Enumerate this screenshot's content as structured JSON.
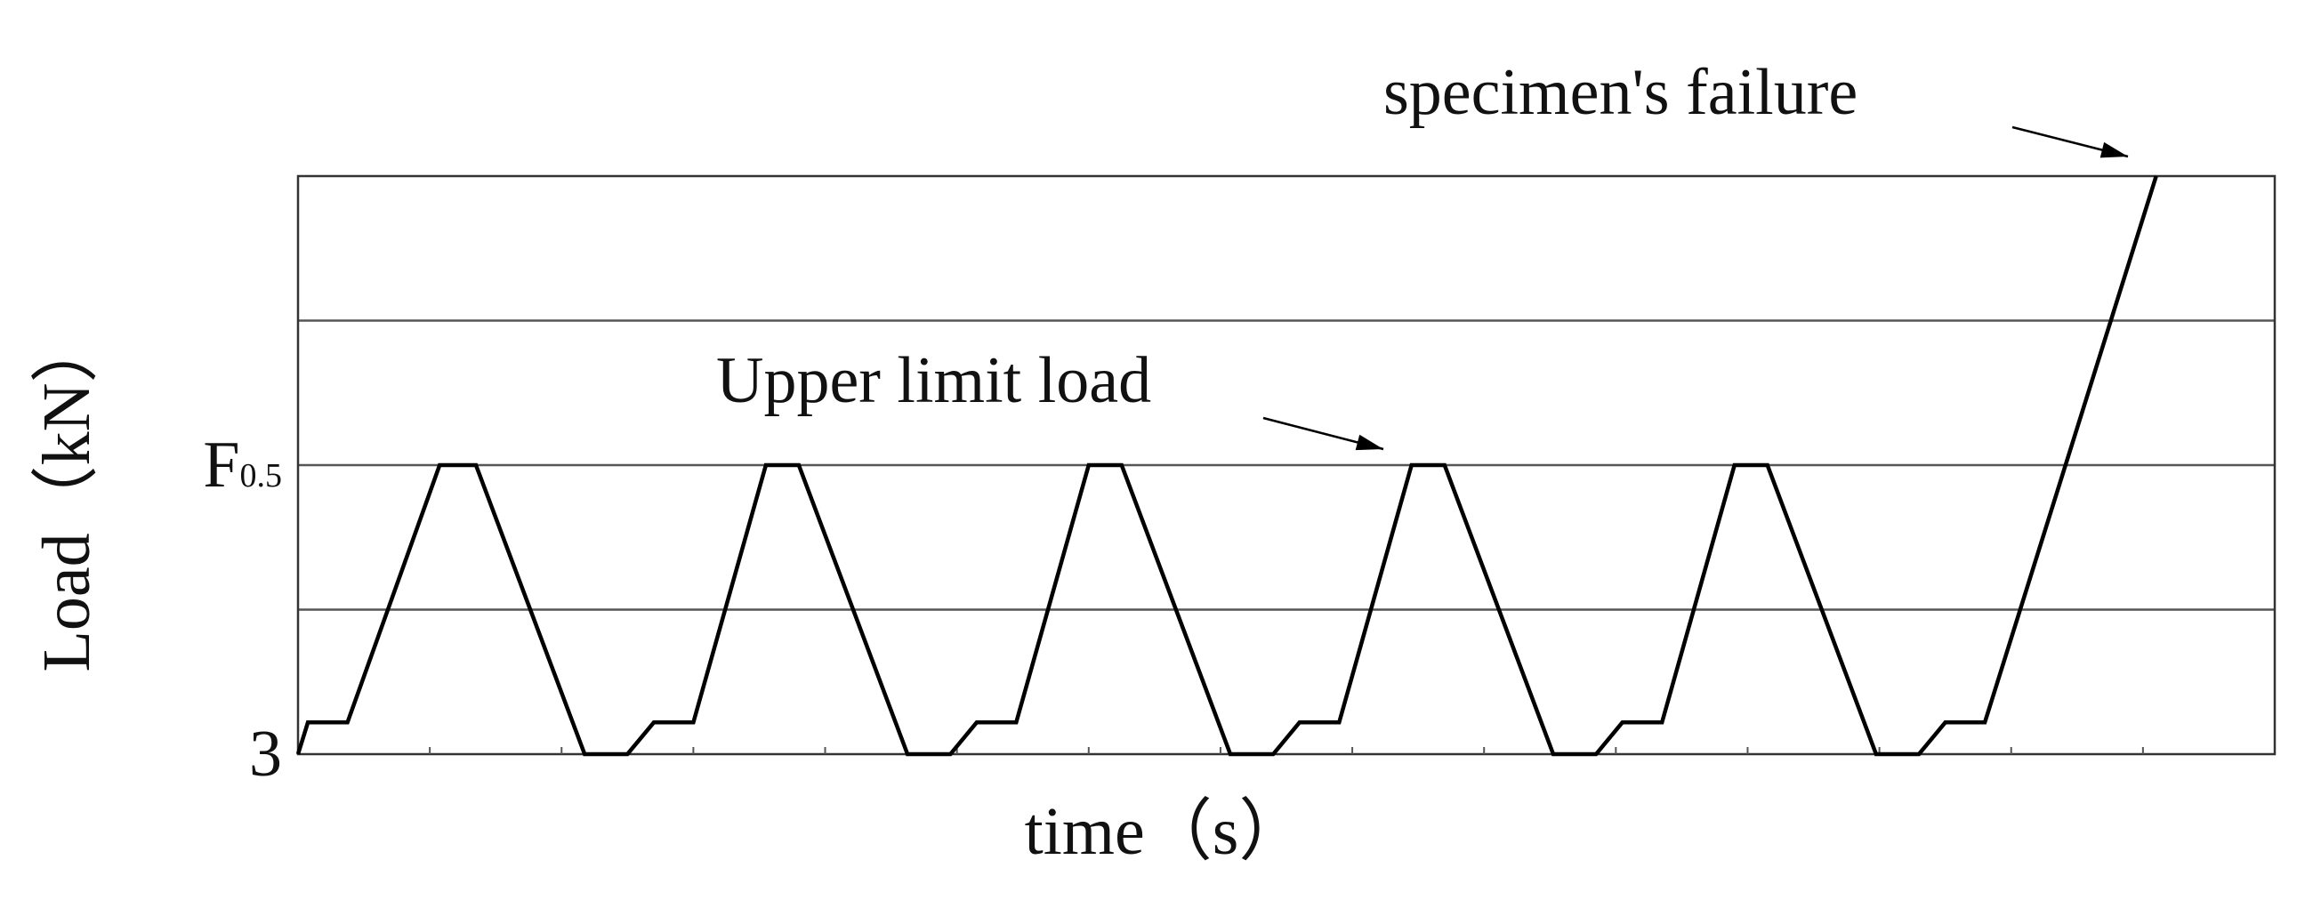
{
  "chart_data": {
    "type": "line",
    "xlabel": "time（s）",
    "ylabel": "Load（kN）",
    "y_tick_labels": [
      {
        "value": 0,
        "label": "3"
      },
      {
        "value": 0.5,
        "label": "F",
        "subscript": "0.5"
      }
    ],
    "xlim": [
      0,
      30
    ],
    "ylim": [
      0,
      1
    ],
    "x_minor_ticks": 15,
    "gridlines_y": [
      0.25,
      0.5,
      0.75
    ],
    "legend": "none",
    "line_color": "#000000",
    "annotations": [
      {
        "text": "Upper limit load",
        "target": [
          16.8,
          0.5
        ]
      },
      {
        "text": "specimen's failure",
        "target": [
          28.2,
          1.0
        ]
      }
    ],
    "series": [
      {
        "x": [
          0,
          0.15,
          0.75,
          2.15,
          2.7,
          4.35,
          5.0,
          5.4,
          6.0,
          7.1,
          7.6,
          9.25,
          9.9,
          10.3,
          10.9,
          12.0,
          12.5,
          14.15,
          14.8,
          15.2,
          15.8,
          16.9,
          17.4,
          19.05,
          19.7,
          20.1,
          20.7,
          21.8,
          22.3,
          23.95,
          24.6,
          25.0,
          25.6,
          28.2
        ],
        "y": [
          0,
          0.055,
          0.055,
          0.5,
          0.5,
          0,
          0,
          0.055,
          0.055,
          0.5,
          0.5,
          0,
          0,
          0.055,
          0.055,
          0.5,
          0.5,
          0,
          0,
          0.055,
          0.055,
          0.5,
          0.5,
          0,
          0,
          0.055,
          0.055,
          0.5,
          0.5,
          0,
          0,
          0.055,
          0.055,
          1.0
        ]
      }
    ]
  }
}
